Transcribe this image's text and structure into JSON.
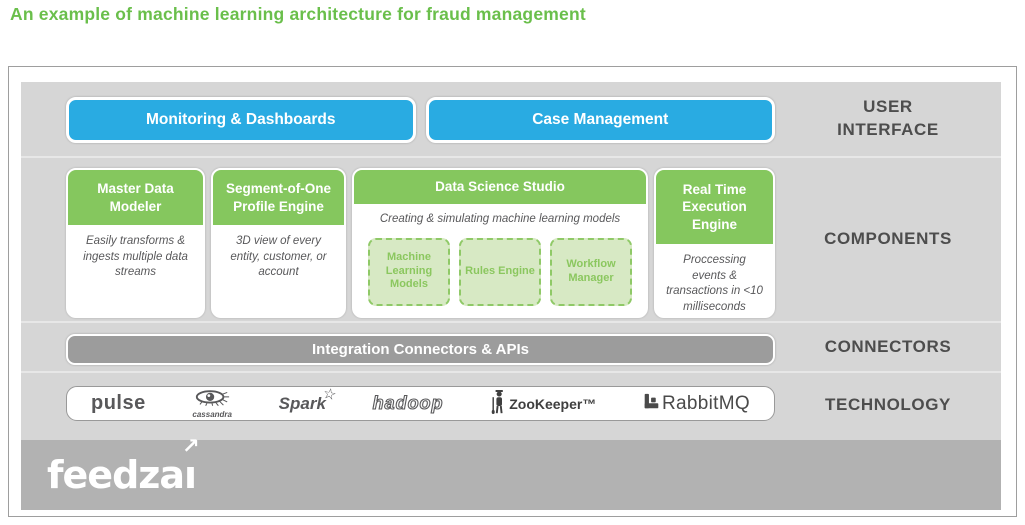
{
  "title": "An example of machine learning architecture for fraud management",
  "colors": {
    "accent_green": "#85c75e",
    "title_green": "#6abf4b",
    "accent_blue": "#29abe2",
    "panel_gray": "#d6d6d6",
    "footer_gray": "#b2b2b2",
    "connector_gray": "#9c9c9c",
    "label_dark": "#4d4d4d"
  },
  "rows": {
    "user_interface": {
      "label": "USER INTERFACE",
      "buttons": [
        {
          "label": "Monitoring & Dashboards"
        },
        {
          "label": "Case Management"
        }
      ]
    },
    "components": {
      "label": "COMPONENTS",
      "cards": [
        {
          "title": "Master Data Modeler",
          "description": "Easily transforms & ingests multiple data streams"
        },
        {
          "title": "Segment-of-One Profile Engine",
          "description": "3D view of every entity, customer, or account"
        },
        {
          "title": "Data Science Studio",
          "subtitle": "Creating & simulating machine learning models",
          "modules": [
            {
              "label": "Machine Learning Models"
            },
            {
              "label": "Rules Engine"
            },
            {
              "label": "Workflow Manager"
            }
          ]
        },
        {
          "title": "Real Time Execution Engine",
          "description": "Proccessing events & transactions in <10 milliseconds"
        }
      ]
    },
    "connectors": {
      "label": "CONNECTORS",
      "bar_label": "Integration Connectors & APIs"
    },
    "technology": {
      "label": "TECHNOLOGY",
      "logos": [
        {
          "name": "pulse"
        },
        {
          "name": "cassandra"
        },
        {
          "name": "Spark"
        },
        {
          "name": "hadoop"
        },
        {
          "name": "ZooKeeper™"
        },
        {
          "name": "RabbitMQ"
        }
      ]
    }
  },
  "footer": {
    "brand_left": "feedza",
    "brand_i": "ı"
  }
}
